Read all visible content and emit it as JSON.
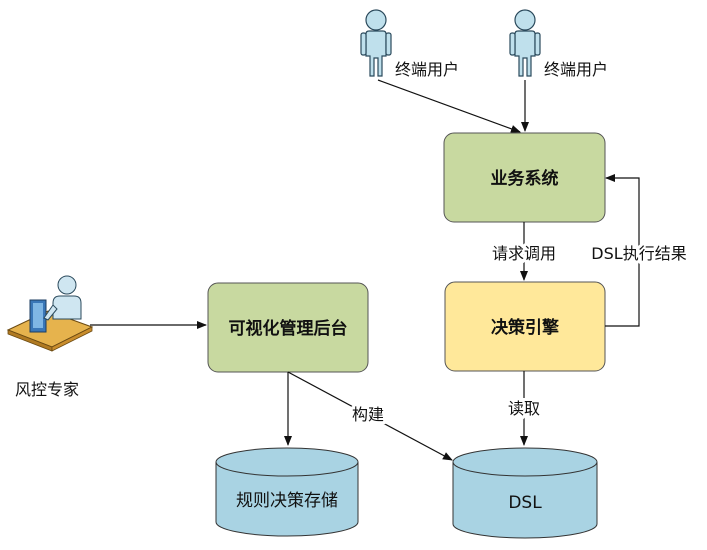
{
  "users": {
    "left_label": "终端用户",
    "right_label": "终端用户"
  },
  "expert": {
    "label": "风控专家"
  },
  "boxes": {
    "business": "业务系统",
    "engine": "决策引擎",
    "admin": "可视化管理后台"
  },
  "databases": {
    "rules": "规则决策存储",
    "dsl": "DSL"
  },
  "edges": {
    "request": "请求调用",
    "result": "DSL执行结果",
    "read": "读取",
    "build": "构建"
  },
  "colors": {
    "green_box": "#c8d9a0",
    "yellow_box": "#ffe89a",
    "db_fill": "#a9d3e3",
    "person_fill": "#bfe0ec",
    "line": "#111111"
  }
}
